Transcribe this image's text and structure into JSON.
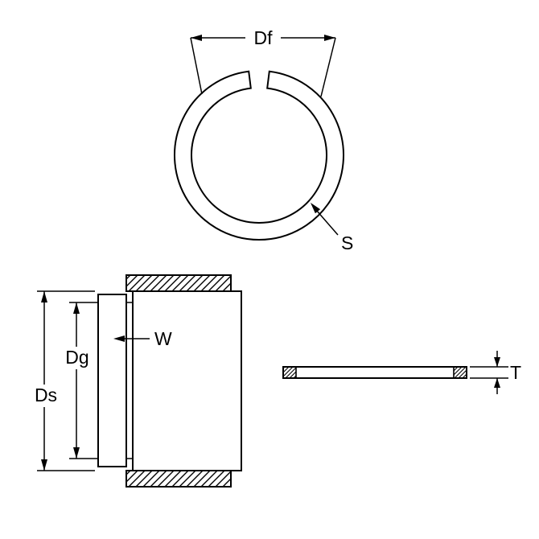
{
  "diagram": {
    "labels": {
      "df": "Df",
      "s": "S",
      "dg": "Dg",
      "ds": "Ds",
      "w": "W",
      "t": "T"
    },
    "colors": {
      "line": "#000000",
      "background": "#ffffff"
    }
  }
}
